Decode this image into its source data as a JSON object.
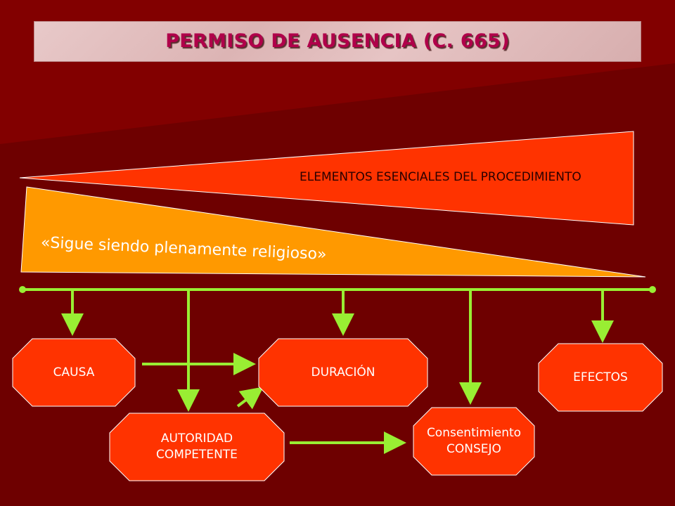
{
  "title": "PERMISO DE AUSENCIA (C. 665)",
  "wedge_top": {
    "label": "ELEMENTOS ESENCIALES DEL PROCEDIMIENTO"
  },
  "wedge_bottom": {
    "label": "«Sigue siendo plenamente religioso»"
  },
  "nodes": {
    "causa": {
      "label": "CAUSA"
    },
    "duracion": {
      "label": "DURACIÓN"
    },
    "efectos": {
      "label": "EFECTOS"
    },
    "autoridad": {
      "line1": "AUTORIDAD",
      "line2": "COMPETENTE"
    },
    "consentimiento": {
      "line1": "Consentimiento",
      "line2": "CONSEJO"
    }
  },
  "colors": {
    "background": "#7a0000",
    "wedge_top": "#ff3300",
    "wedge_bottom": "#ff9900",
    "node_fill": "#ff3300",
    "connector": "#99ee33",
    "title_text": "#b0004a"
  }
}
